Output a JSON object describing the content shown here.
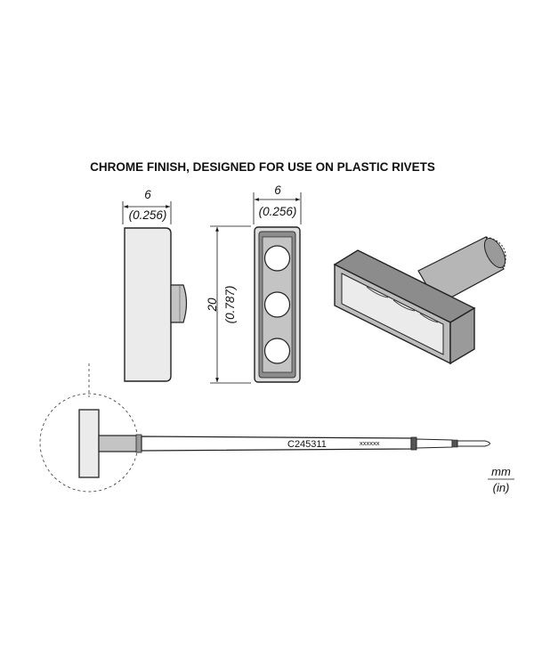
{
  "title": "CHROME FINISH, DESIGNED FOR USE ON PLASTIC RIVETS",
  "side_view": {
    "width_mm": "6",
    "width_in": "(0.256)"
  },
  "front_view": {
    "width_mm": "6",
    "width_in": "(0.256)",
    "height_mm": "20",
    "height_in": "(0.787)"
  },
  "cartridge": {
    "model": "C245311",
    "serial": "xxxxxx"
  },
  "units": {
    "metric": "mm",
    "imperial": "(in)"
  },
  "colors": {
    "outline": "#222222",
    "fill_light": "#ebebeb",
    "fill_mid": "#bdbdbd",
    "fill_dark": "#8c8c8c"
  }
}
